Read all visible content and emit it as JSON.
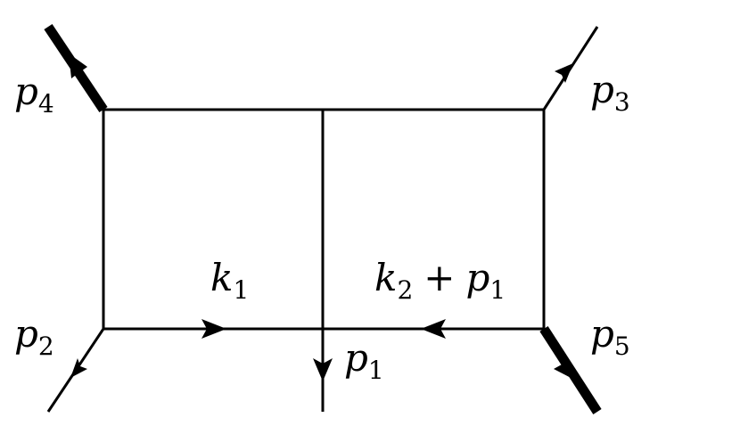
{
  "diagram": {
    "ink_color": "#000000",
    "background_color": "#ffffff",
    "labels": {
      "p4": {
        "symbol": "p",
        "index": "4"
      },
      "p3": {
        "symbol": "p",
        "index": "3"
      },
      "p2": {
        "symbol": "p",
        "index": "2"
      },
      "p5": {
        "symbol": "p",
        "index": "5"
      },
      "p1": {
        "symbol": "p",
        "index": "1"
      },
      "k1": {
        "symbol": "k",
        "index": "1"
      },
      "k2_plus_p1": {
        "symbol_a": "k",
        "index_a": "2",
        "operator": "+",
        "symbol_b": "p",
        "index_b": "1"
      }
    }
  }
}
